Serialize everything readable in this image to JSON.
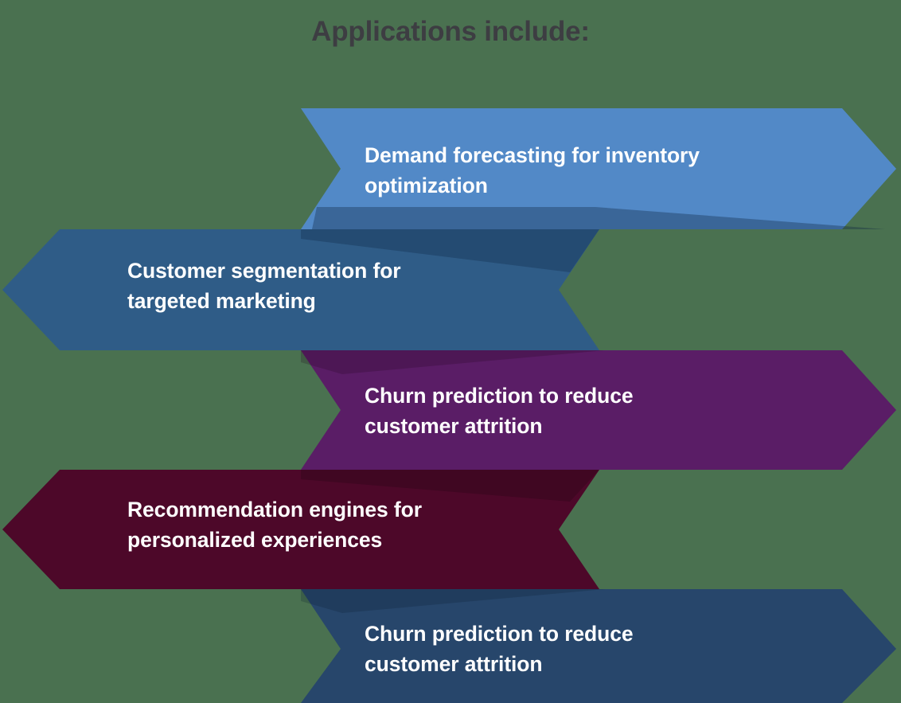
{
  "page": {
    "background_color": "#4a7150",
    "title": "Applications include:",
    "title_color": "#3d3d42",
    "text_color": "#ffffff"
  },
  "chart_data": {
    "type": "diagram",
    "subtype": "overlapping-chevron-list",
    "title": "Applications include:",
    "categories": [
      "Demand forecasting for inventory optimization",
      "Customer segmentation for targeted marketing",
      "Churn prediction to reduce customer attrition",
      "Recommendation engines for personalized experiences",
      "Churn prediction to reduce customer attrition"
    ],
    "values": [
      1,
      2,
      3,
      4,
      5
    ],
    "colors": [
      "#5289c7",
      "#2f5c87",
      "#5a1d66",
      "#4d0829",
      "#27466b"
    ],
    "legend": [],
    "xlabel": "",
    "ylabel": "",
    "grid": false
  },
  "bands": [
    {
      "index": "1",
      "text": "Demand forecasting for inventory\noptimization",
      "color": "#5289c7",
      "shadow_color": "#3d6299",
      "align": "right",
      "name": "band-demand-forecasting"
    },
    {
      "index": "2",
      "text": "Customer segmentation for\ntargeted marketing",
      "color": "#2f5c87",
      "shadow_color": "#24436e",
      "align": "left",
      "name": "band-customer-segmentation"
    },
    {
      "index": "3",
      "text": "Churn prediction to reduce\ncustomer attrition",
      "color": "#5a1d66",
      "shadow_color": "#4a1755",
      "align": "right",
      "name": "band-churn-prediction"
    },
    {
      "index": "4",
      "text": "Recommendation engines for\npersonalized experiences",
      "color": "#4d0829",
      "shadow_color": "#3d0620",
      "align": "left",
      "name": "band-recommendation-engines"
    },
    {
      "index": "5",
      "text": "Churn prediction to reduce\ncustomer attrition",
      "color": "#27466b",
      "shadow_color": "#1e3755",
      "align": "right",
      "name": "band-churn-prediction-2"
    }
  ]
}
